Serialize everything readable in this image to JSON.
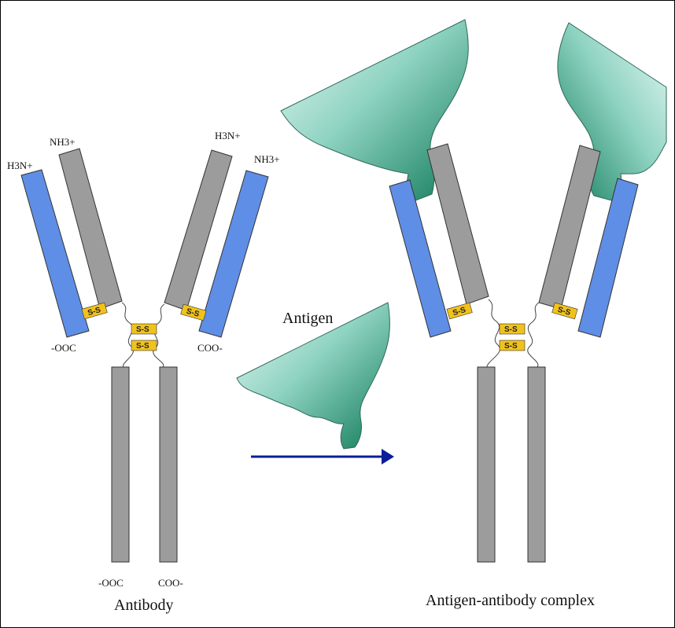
{
  "labels": {
    "antigen": "Antigen",
    "antibody": "Antibody",
    "complex": "Antigen-antibody complex",
    "disulfide": "S-S",
    "left_light_n": "H3N+",
    "left_heavy_n": "NH3+",
    "right_heavy_n": "H3N+",
    "right_light_n": "NH3+",
    "left_light_c": "-OOC",
    "right_light_c": "COO-",
    "left_heavy_c": "-OOC",
    "right_heavy_c": "COO-"
  },
  "colors": {
    "light_chain": "#5f8ee6",
    "heavy_chain": "#9c9c9c",
    "disulfide_bond": "#f2c21c",
    "antigen_dark": "#0f7a57",
    "antigen_light": "#d6f3ee",
    "arrow": "#0a1e9c"
  }
}
